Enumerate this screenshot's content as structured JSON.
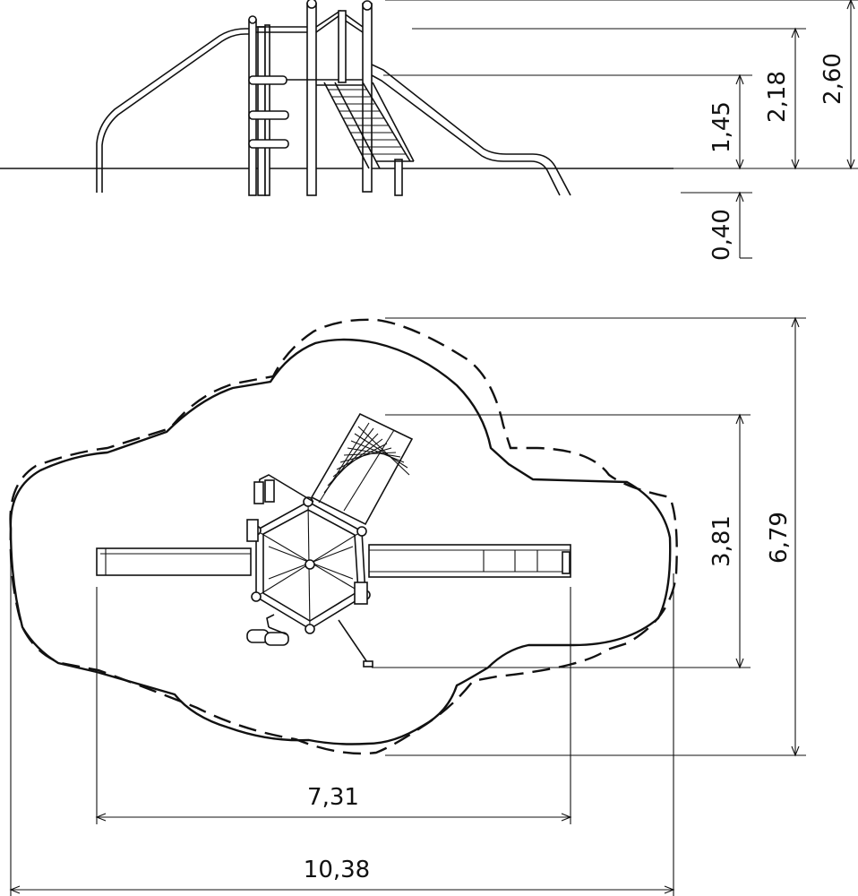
{
  "elevation_dimensions": {
    "total_height": "2,60",
    "platform_height": "2,18",
    "deck_height": "1,45",
    "foundation_depth": "0,40"
  },
  "plan_dimensions": {
    "depth": "6,79",
    "equipment_depth": "3,81",
    "equipment_width": "7,31",
    "total_width": "10,38"
  }
}
